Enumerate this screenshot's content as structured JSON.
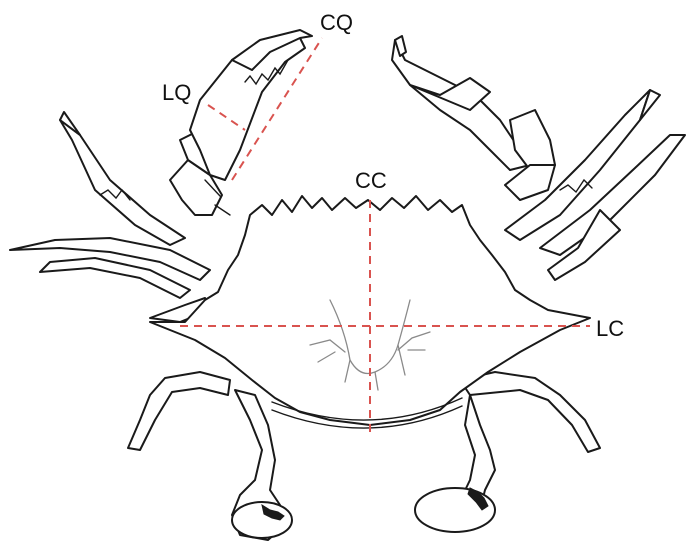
{
  "labels": {
    "cq": "CQ",
    "lq": "LQ",
    "cc": "CC",
    "lc": "LC"
  },
  "colors": {
    "measurement_line": "#d9534f",
    "outline": "#1a1a1a",
    "detail": "#8a8a8a"
  }
}
